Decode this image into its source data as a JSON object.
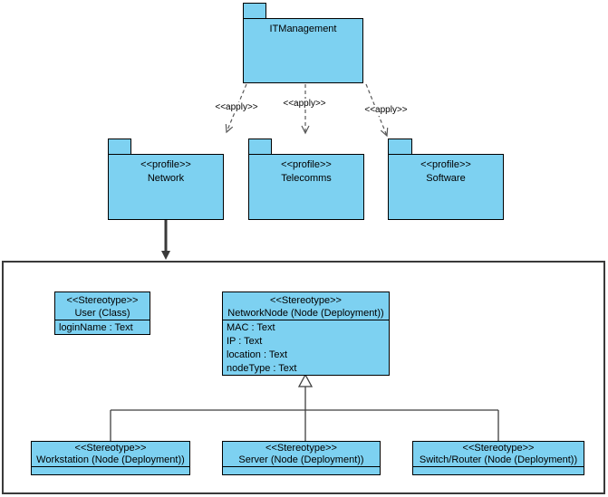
{
  "root_package": {
    "name": "ITManagement"
  },
  "profiles": [
    {
      "stereotype": "<<profile>>",
      "name": "Network"
    },
    {
      "stereotype": "<<profile>>",
      "name": "Telecomms"
    },
    {
      "stereotype": "<<profile>>",
      "name": "Software"
    }
  ],
  "apply_links": [
    {
      "label": "<<apply>>"
    },
    {
      "label": "<<apply>>"
    },
    {
      "label": "<<apply>>"
    }
  ],
  "stereotype_classes": {
    "user": {
      "stereotype": "<<Stereotype>>",
      "name": "User (Class)",
      "attributes": [
        "loginName : Text"
      ]
    },
    "network_node": {
      "stereotype": "<<Stereotype>>",
      "name": "NetworkNode (Node (Deployment))",
      "attributes": [
        "MAC : Text",
        "IP : Text",
        "location : Text",
        "nodeType : Text"
      ]
    },
    "workstation": {
      "stereotype": "<<Stereotype>>",
      "name": "Workstation (Node (Deployment))"
    },
    "server": {
      "stereotype": "<<Stereotype>>",
      "name": "Server (Node (Deployment))"
    },
    "switch_router": {
      "stereotype": "<<Stereotype>>",
      "name": "Switch/Router (Node (Deployment))"
    }
  },
  "colors": {
    "shape_fill": "#7dd1f1",
    "shape_border": "#000000",
    "connector": "#595959",
    "frame_border": "#3a3a3a",
    "background": "#ffffff"
  }
}
